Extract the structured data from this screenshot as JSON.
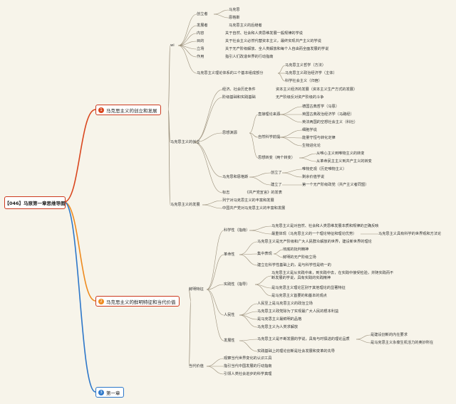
{
  "root": "【046】马原第一章思维导图",
  "topics": [
    {
      "num": "1",
      "label": "马克思主义的创立和发展"
    },
    {
      "num": "2",
      "label": "马克思主义的鲜明特征和当代价值"
    },
    {
      "num": "3",
      "label": "第一章"
    }
  ],
  "t1": {
    "wi": "wi",
    "founders": "创立者",
    "marx": "马克思",
    "engels": "恩格斯",
    "developers": "发展者",
    "successors": "马克思主义的后继者",
    "content": "内容",
    "content_v": "关于自然、社会和人类思维发展一般规律的学说",
    "goal": "目的",
    "goal_v": "关于社会主义必然代替资本主义，最终实现共产主义的学说",
    "stance": "立场",
    "stance_v": "关于无产阶级解放、全人类解放和每个人自由而全面发展的学说",
    "function": "作用",
    "function_v": "指引人们改造世界的行动指南",
    "parts": "马克思主义理论体系的三个基本组成部分",
    "part1": "马克思主义哲学（方法）",
    "part2": "马克思主义政治经济学（主体）",
    "part3": "科学社会主义（归宿）",
    "creation": "马克思主义的创立",
    "econ_cond": "经济、社会历史条件",
    "econ_cond_v": "资本主义经济的发展（资本主义生产方式的发展）",
    "class_basis": "阶级基础和实践基础",
    "class_basis_v": "无产阶级反对资产阶级的斗争",
    "theory_src": "直接理论来源",
    "src1": "德国古典哲学（马恩）",
    "src2": "英国古典政治经济学（马路经）",
    "src3": "英法两国的空想社会主义（科社）",
    "thought_src": "思想渊源",
    "science": "自然科学前提",
    "sci1": "细胞学说",
    "sci2": "能量守恒与转化定律",
    "sci3": "生物进化论",
    "turn": "思想转变（两个转变）",
    "turn1": "从唯心主义到唯物主义的转变",
    "turn2": "从革命民主主义到共产主义的转变",
    "me": "马克思和恩格斯",
    "create": "创立了",
    "create1": "唯物史观（历史唯物主义）",
    "create2": "剩余价值学说",
    "build": "建立了",
    "build1": "第一个无产阶级政党（共产主义者同盟）",
    "mark": "标志",
    "mark_v": "《共产党宣言》的发表",
    "development": "马克思主义的发展",
    "dev1": "列宁对马克思主义的丰富和发展",
    "dev2": "中国共产党对马克思主义的丰富和发展"
  },
  "t2": {
    "features": "鲜明特征",
    "scientific": "科学性（指南）",
    "sci_v1": "马克思主义是对自然、社会和人类思维发展本质和规律的正确反映",
    "sci_v2": "最重体现（马克思主义的一个理论特征和理论优势）",
    "sci_v2_r": "马克思主义具有科学的世界观和方法论",
    "revolutionary": "革命性",
    "rev1": "马克思主义是无产阶级和广大人民群众解放的世界，建设新世界的理论",
    "rev_focus": "集中表现",
    "rev_f1": "彻底的批判精神",
    "rev_f2": "鲜明的无产阶级立场",
    "rev2": "建立在科学性基础上的，是与科学性是统一的",
    "practical": "实践性（指导）",
    "prac1": "马克思主义是从实践中来，到实践中去，在实践中接受检验，并随实践而不断发展的学说，具有实践的实践精神",
    "prac2": "是马克思主义理论区别于其他理论的显著特征",
    "prac3": "是马克思主义首要的和基本的观点",
    "people": "人民性",
    "peo1": "人民至上是马克思主义的政治立场",
    "peo2": "马克思主义政党除为了实现最广大人民的根本利益",
    "peo3": "是马克思主义最鲜明的品格",
    "peo4": "马克思主义为人类求解放",
    "dev": "发展性",
    "dev_v": "马克思主义是不断发展的学说，具有与时俱进的理论品质",
    "dev_r1": "是建设创新的内在要求",
    "dev_r2": "是马克思主义永葆生机活力的奥妙所在",
    "dev_v2": "实践基础上的理论创新是社会发展和变革的先导",
    "value": "当代价值",
    "val1": "观察当代世界变化的认识工具",
    "val2": "指引当代中国发展的行动指南",
    "val3": "引领人类社会进步的科学真理"
  }
}
